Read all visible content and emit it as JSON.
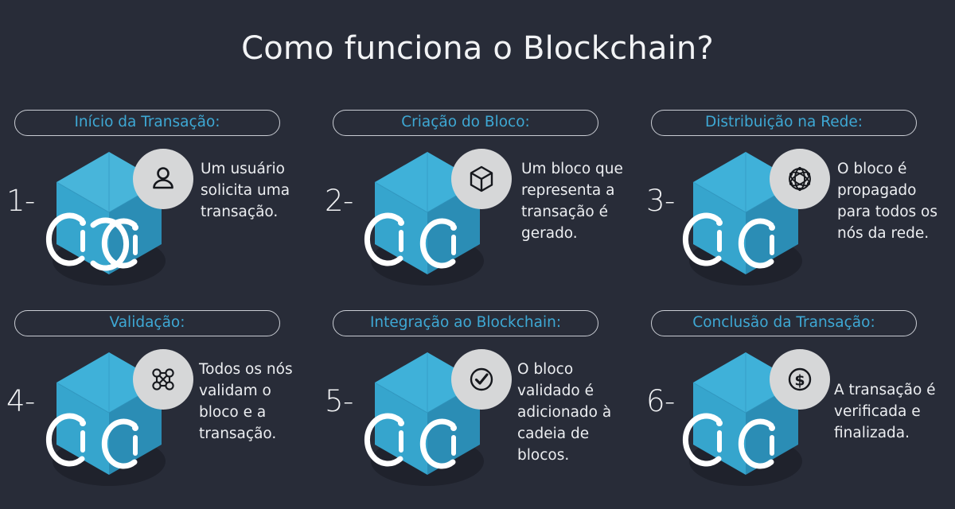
{
  "title": "Como funciona o Blockchain?",
  "theme": {
    "background": "#282c38",
    "accent": "#3ea8d4",
    "pill_border": "#c9ccd3",
    "text": "#eceef1",
    "cube_top": "#3fb0d8",
    "cube_left": "#35a3cc",
    "cube_right": "#2a8cb4",
    "badge_bg": "#d6d7d8",
    "shadow": "#1e212b"
  },
  "steps": [
    {
      "number": "1-",
      "heading": "Início da Transação:",
      "description": "Um usuário solicita uma transação.",
      "icon": "user-icon"
    },
    {
      "number": "2-",
      "heading": "Criação do Bloco:",
      "description": "Um bloco que representa a transação é gerado.",
      "icon": "cube-icon"
    },
    {
      "number": "3-",
      "heading": "Distribuição na Rede:",
      "description": "O bloco é propagado para todos os nós da rede.",
      "icon": "network-globe-icon"
    },
    {
      "number": "4-",
      "heading": "Validação:",
      "description": "Todos os nós validam o bloco e a transação.",
      "icon": "nodes-grid-icon"
    },
    {
      "number": "5-",
      "heading": "Integração ao Blockchain:",
      "description": "O bloco validado é adicionado à cadeia de blocos.",
      "icon": "check-circle-icon"
    },
    {
      "number": "6-",
      "heading": "Conclusão da Transação:",
      "description": "A transação é verificada e finalizada.",
      "icon": "dollar-circle-icon"
    }
  ]
}
